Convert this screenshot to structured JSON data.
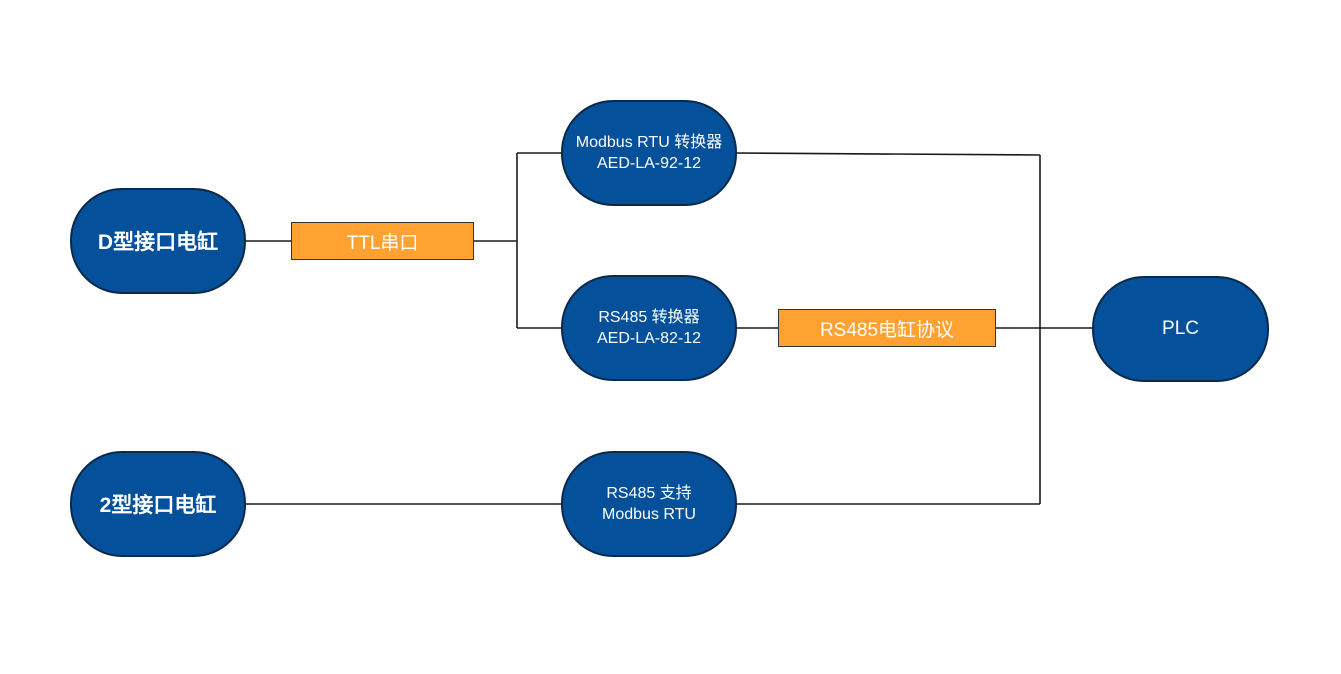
{
  "nodes": {
    "d_cylinder": {
      "label": "D型接口电缸"
    },
    "type2_cylinder": {
      "label": "2型接口电缸"
    },
    "modbus_converter": {
      "line1": "Modbus RTU 转换器",
      "line2": "AED-LA-92-12"
    },
    "rs485_converter": {
      "line1": "RS485 转换器",
      "line2": "AED-LA-82-12"
    },
    "rs485_support": {
      "line1": "RS485 支持",
      "line2": "Modbus RTU"
    },
    "plc": {
      "label": "PLC"
    }
  },
  "tags": {
    "ttl": "TTL串口",
    "rs485_protocol": "RS485电缸协议"
  },
  "colors": {
    "node_fill": "#04509a",
    "node_border": "#0b2a4a",
    "tag_fill": "#ffa232",
    "line": "#1a1a1a"
  }
}
